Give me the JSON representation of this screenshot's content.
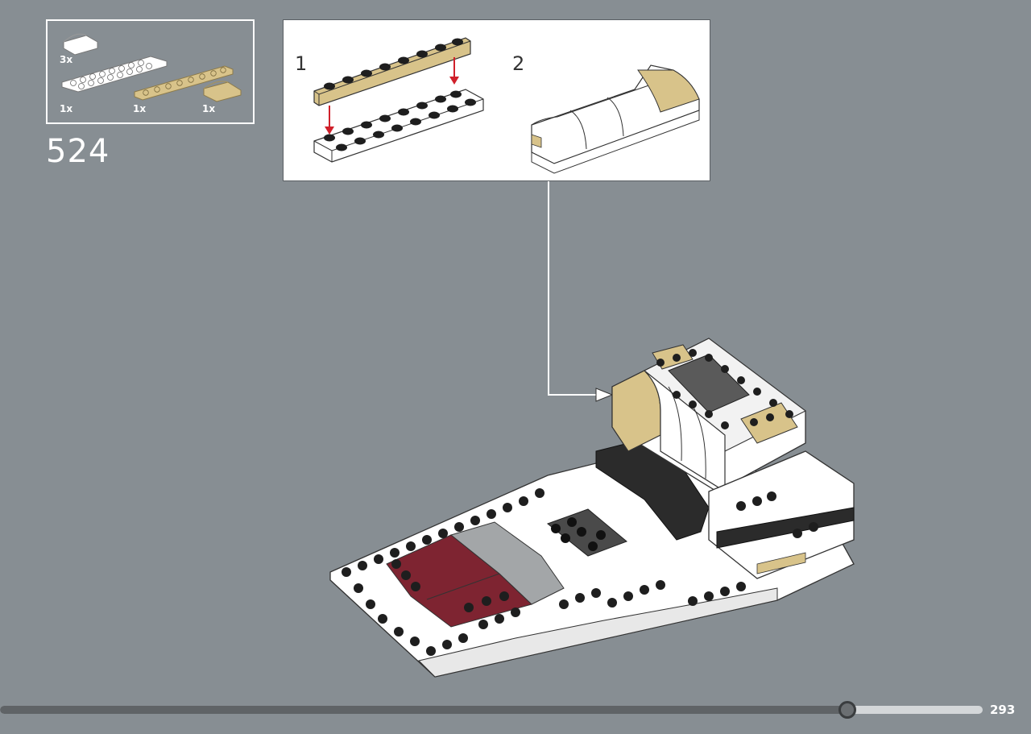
{
  "parts_list": {
    "items": [
      {
        "name": "white-curved-slope-icon",
        "qty": "3x"
      },
      {
        "name": "white-plate-2x8-icon",
        "qty": "1x"
      },
      {
        "name": "tan-plate-1x8-icon",
        "qty": "1x"
      },
      {
        "name": "tan-curved-slope-icon",
        "qty": "1x"
      }
    ]
  },
  "step": {
    "number": "524"
  },
  "callout": {
    "sub_steps": [
      {
        "number": "1"
      },
      {
        "number": "2"
      }
    ],
    "arrow_color": "#d0202a"
  },
  "colors": {
    "background": "#878e93",
    "white_brick": "#ffffff",
    "tan_brick": "#d8c38a",
    "dark_red_brick": "#7e2431",
    "black_brick": "#2b2b2b",
    "gray_brick": "#a3a6a8"
  },
  "progress": {
    "fraction": 0.862
  },
  "footer": {
    "page_number": "293"
  }
}
